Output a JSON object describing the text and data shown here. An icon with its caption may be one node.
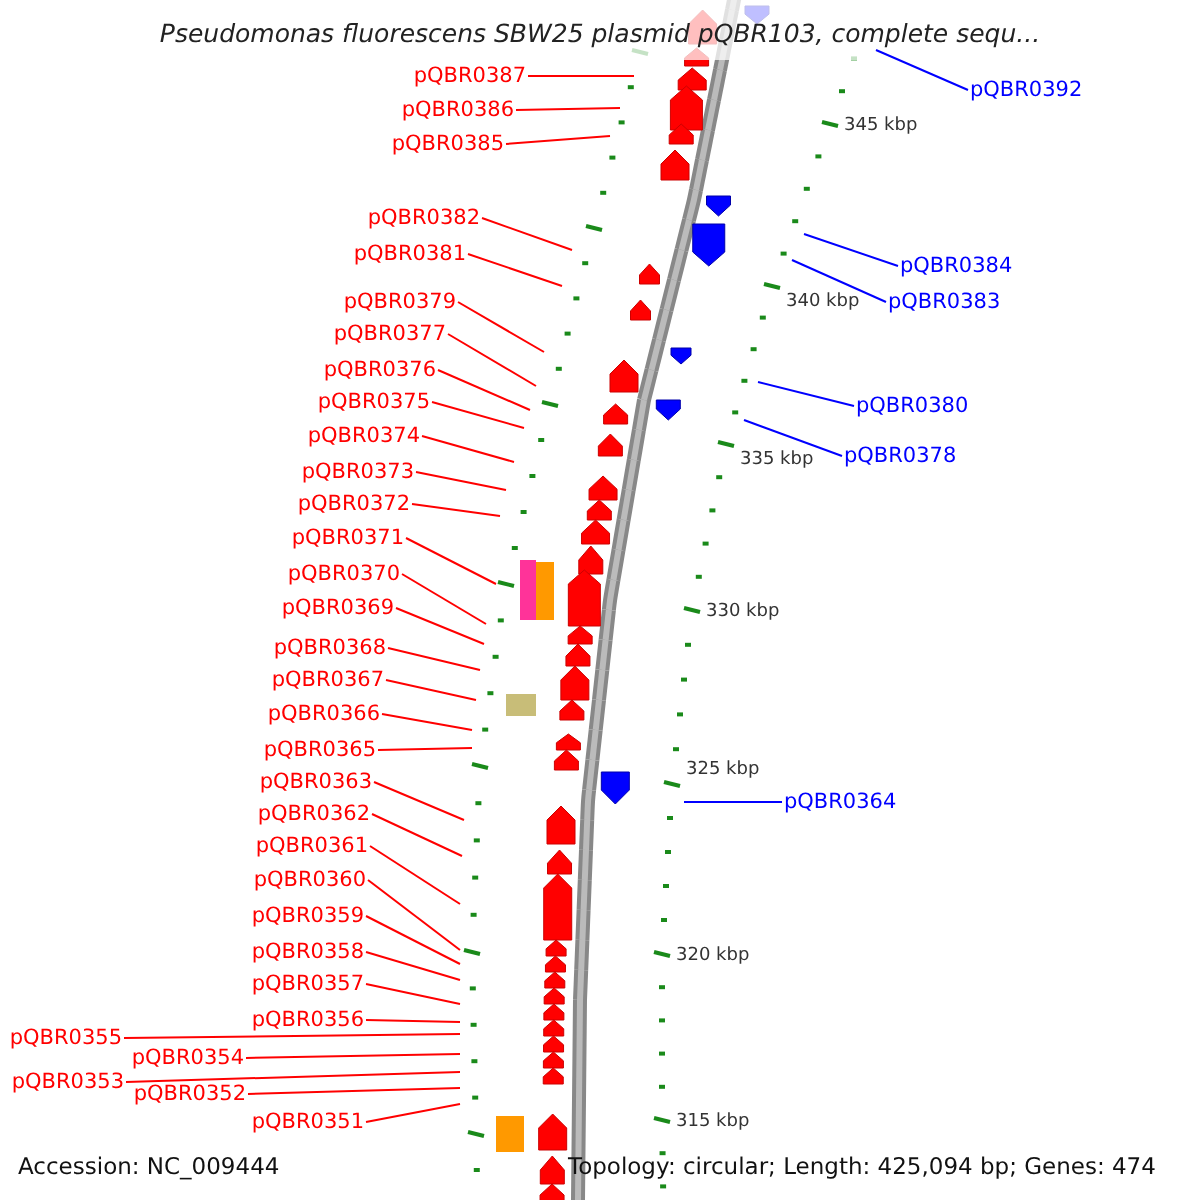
{
  "diagram": {
    "title": "Pseudomonas fluorescens SBW25 plasmid pQBR103, complete sequ...",
    "nodes": [
      {
        "text": [
          "pQBR0387"
        ]
      },
      {
        "text": [
          "pQBR0386"
        ]
      },
      {
        "text": [
          "pQBR0385"
        ]
      },
      {
        "text": [
          "pQBR0382"
        ]
      },
      {
        "text": [
          "pQBR0381"
        ]
      },
      {
        "text": [
          "pQBR0379"
        ]
      },
      {
        "text": [
          "pQBR0377"
        ]
      },
      {
        "text": [
          "pQBR0376"
        ]
      },
      {
        "text": [
          "pQBR0375"
        ]
      },
      {
        "text": [
          "pQBR0374"
        ]
      },
      {
        "text": [
          "pQBR0373"
        ]
      },
      {
        "text": [
          "pQBR0372"
        ]
      },
      {
        "text": [
          "pQBR0371"
        ]
      },
      {
        "text": [
          "pQBR0370"
        ]
      },
      {
        "text": [
          "pQBR0369"
        ]
      },
      {
        "text": [
          "pQBR0368"
        ]
      },
      {
        "text": [
          "pQBR0367"
        ]
      },
      {
        "text": [
          "pQBR0366"
        ]
      },
      {
        "text": [
          "pQBR0365"
        ]
      },
      {
        "text": [
          "pQBR0363"
        ]
      },
      {
        "text": [
          "pQBR0362"
        ]
      },
      {
        "text": [
          "pQBR0361"
        ]
      },
      {
        "text": [
          "pQBR0360"
        ]
      },
      {
        "text": [
          "pQBR0359"
        ]
      },
      {
        "text": [
          "pQBR0358"
        ]
      },
      {
        "text": [
          "pQBR0357"
        ]
      },
      {
        "text": [
          "pQBR0356"
        ]
      },
      {
        "text": [
          "pQBR0355"
        ]
      },
      {
        "text": [
          "pQBR0354"
        ]
      },
      {
        "text": [
          "pQBR0353"
        ]
      },
      {
        "text": [
          "pQBR0352"
        ]
      },
      {
        "text": [
          "pQBR0351"
        ]
      },
      {
        "text": [
          "pQBR0392"
        ]
      },
      {
        "text": [
          "pQBR0384"
        ]
      },
      {
        "text": [
          "pQBR0383"
        ]
      },
      {
        "text": [
          "pQBR0380"
        ]
      },
      {
        "text": [
          "pQBR0378"
        ]
      },
      {
        "text": [
          "pQBR0364"
        ]
      }
    ],
    "edges": [
      {
        "from": 0,
        "to": null,
        "arrow": "none"
      },
      {
        "from": 1,
        "to": null,
        "arrow": "none"
      },
      {
        "from": 2,
        "to": null,
        "arrow": "none"
      },
      {
        "from": 3,
        "to": null,
        "arrow": "none"
      },
      {
        "from": 4,
        "to": null,
        "arrow": "none"
      },
      {
        "from": 5,
        "to": null,
        "arrow": "none"
      },
      {
        "from": 6,
        "to": null,
        "arrow": "none"
      },
      {
        "from": 7,
        "to": null,
        "arrow": "none"
      },
      {
        "from": 8,
        "to": null,
        "arrow": "none"
      },
      {
        "from": 9,
        "to": null,
        "arrow": "none"
      },
      {
        "from": 10,
        "to": null,
        "arrow": "none"
      },
      {
        "from": 11,
        "to": null,
        "arrow": "none"
      },
      {
        "from": 12,
        "to": null,
        "arrow": "none"
      },
      {
        "from": 13,
        "to": null,
        "arrow": "none"
      },
      {
        "from": 14,
        "to": null,
        "arrow": "none"
      },
      {
        "from": 15,
        "to": null,
        "arrow": "none"
      },
      {
        "from": 16,
        "to": null,
        "arrow": "none"
      },
      {
        "from": 17,
        "to": null,
        "arrow": "none"
      },
      {
        "from": 18,
        "to": null,
        "arrow": "none"
      },
      {
        "from": 19,
        "to": null,
        "arrow": "none"
      },
      {
        "from": 20,
        "to": null,
        "arrow": "none"
      },
      {
        "from": 21,
        "to": null,
        "arrow": "none"
      },
      {
        "from": 22,
        "to": null,
        "arrow": "none"
      },
      {
        "from": 23,
        "to": null,
        "arrow": "none"
      },
      {
        "from": 24,
        "to": null,
        "arrow": "none"
      },
      {
        "from": 25,
        "to": null,
        "arrow": "none"
      },
      {
        "from": 26,
        "to": null,
        "arrow": "none"
      },
      {
        "from": 27,
        "to": null,
        "arrow": "none"
      },
      {
        "from": 28,
        "to": null,
        "arrow": "none"
      },
      {
        "from": 29,
        "to": null,
        "arrow": "none"
      },
      {
        "from": 30,
        "to": null,
        "arrow": "none"
      },
      {
        "from": 31,
        "to": null,
        "arrow": "none"
      },
      {
        "from": 32,
        "to": null,
        "arrow": "none",
        "color": "#0000ff"
      },
      {
        "from": 33,
        "to": null,
        "arrow": "none",
        "color": "#0000ff"
      },
      {
        "from": 34,
        "to": null,
        "arrow": "none",
        "color": "#0000ff"
      },
      {
        "from": 35,
        "to": null,
        "arrow": "none",
        "color": "#0000ff"
      },
      {
        "from": 36,
        "to": null,
        "arrow": "none",
        "color": "#0000ff"
      },
      {
        "from": 37,
        "to": null,
        "arrow": "none",
        "color": "#0000ff"
      }
    ],
    "labels": [
      "345 kbp",
      "340 kbp",
      "335 kbp",
      "330 kbp",
      "325 kbp",
      "320 kbp",
      "315 kbp",
      "Accession: NC_009444",
      "Topology: circular; Length: 425,094 bp; Genes: 474"
    ]
  }
}
